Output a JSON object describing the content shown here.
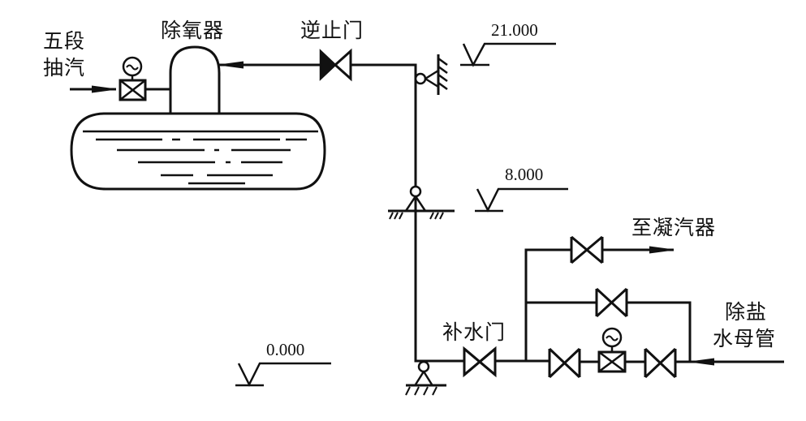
{
  "diagram": {
    "type": "piping-schematic",
    "labels": {
      "extraction_line1": "五段",
      "extraction_line2": "抽汽",
      "deaerator": "除氧器",
      "check_valve": "逆止门",
      "makeup_valve": "补水门",
      "to_condenser": "至凝汽器",
      "demin_line1": "除盐",
      "demin_line2": "水母管"
    },
    "elevations": {
      "high": "21.000",
      "mid": "8.000",
      "ground": "0.000"
    },
    "components": [
      {
        "id": "fifth-stage-extraction",
        "type": "inlet",
        "label_key": "extraction"
      },
      {
        "id": "extraction-motor-valve",
        "type": "motorized-valve"
      },
      {
        "id": "deaerator",
        "type": "vessel-with-dome"
      },
      {
        "id": "check-valve",
        "type": "check-valve"
      },
      {
        "id": "pipe-support-top",
        "type": "sliding-support"
      },
      {
        "id": "pipe-support-mid",
        "type": "fixed-support"
      },
      {
        "id": "pipe-support-bottom",
        "type": "fixed-support"
      },
      {
        "id": "makeup-valve",
        "type": "gate-valve"
      },
      {
        "id": "condenser-valve",
        "type": "gate-valve"
      },
      {
        "id": "bypass-valve",
        "type": "gate-valve"
      },
      {
        "id": "isolation-valve-left",
        "type": "gate-valve"
      },
      {
        "id": "regulating-motor-valve",
        "type": "motorized-valve"
      },
      {
        "id": "isolation-valve-right",
        "type": "gate-valve"
      }
    ],
    "stroke_color": "#111111",
    "background_color": "#ffffff"
  }
}
